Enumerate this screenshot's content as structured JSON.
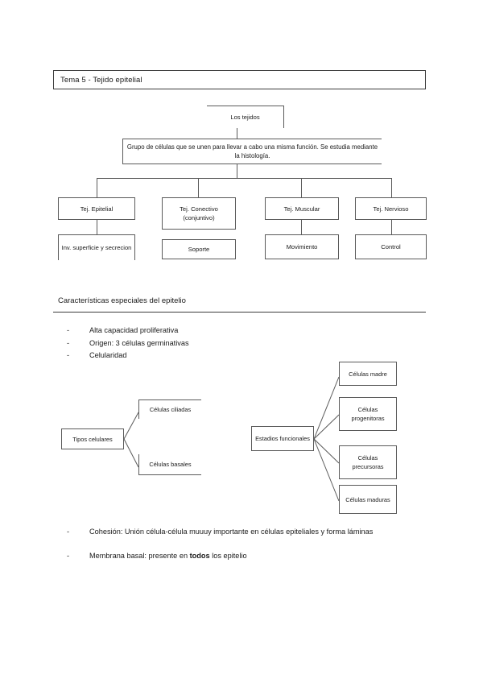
{
  "document": {
    "title": "Tema 5 - Tejido epitelial"
  },
  "flowchart_tejidos": {
    "root": "Los tejidos",
    "definition": "Grupo de células que se unen para llevar a cabo una misma función. Se estudia mediante la histología.",
    "types": [
      {
        "name": "Tej. Epitelial",
        "function": "Inv. superficie y secrecion"
      },
      {
        "name": "Tej. Conectivo (conjuntivo)",
        "function": "Soporte"
      },
      {
        "name": "Tej. Muscular",
        "function": "Movimiento"
      },
      {
        "name": "Tej. Nervioso",
        "function": "Control"
      }
    ]
  },
  "section": {
    "heading": "Características especiales del epitelio",
    "bullets": [
      "Alta capacidad proliferativa",
      "Origen: 3 células germinativas",
      "Celularidad"
    ],
    "dash": "-"
  },
  "diagram_tipos": {
    "root": "Tipos celulares",
    "children": [
      "Células ciliadas",
      "Células basales"
    ]
  },
  "diagram_estadios": {
    "root": "Estadios funcionales",
    "children": [
      "Células madre",
      "Células progenitoras",
      "Células precursoras",
      "Células maduras"
    ]
  },
  "notes": {
    "cohesion_prefix": "Cohesión: Unión célula-célula muuuy importante en células epiteliales y forma láminas",
    "membrana_part1": "Membrana basal: presente en ",
    "membrana_bold": "todos",
    "membrana_part2": " los epitelio",
    "dash": "-"
  }
}
